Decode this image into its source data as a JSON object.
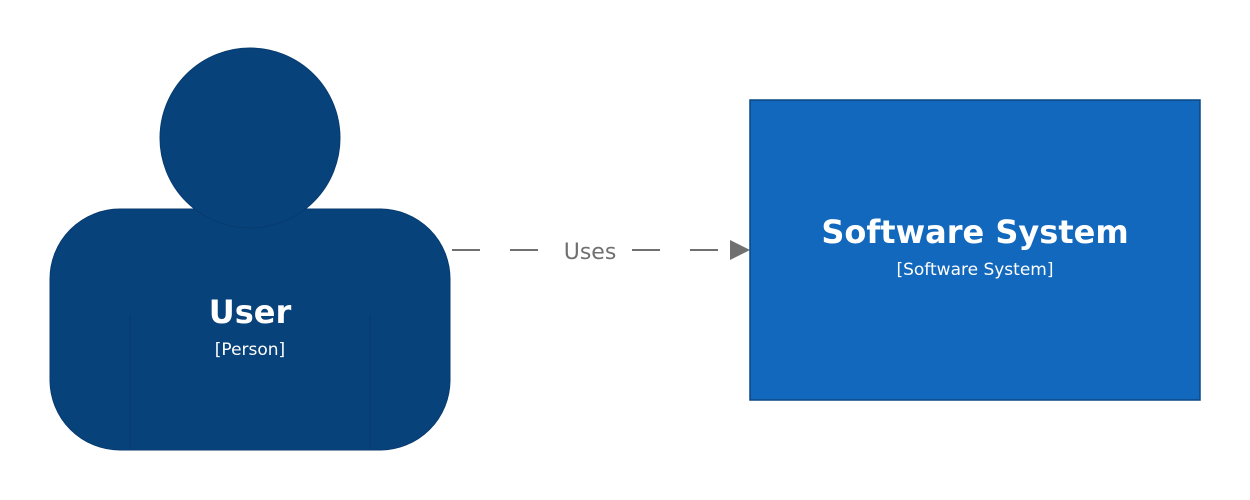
{
  "diagram": {
    "person": {
      "name": "User",
      "type_label": "[Person]",
      "color": "#08427b",
      "border_color": "#073b6f"
    },
    "system": {
      "name": "Software System",
      "type_label": "[Software System]",
      "color": "#1168bd",
      "border_color": "#0b4884"
    },
    "relationship": {
      "label": "Uses",
      "color": "#707070",
      "style": "dashed"
    }
  }
}
